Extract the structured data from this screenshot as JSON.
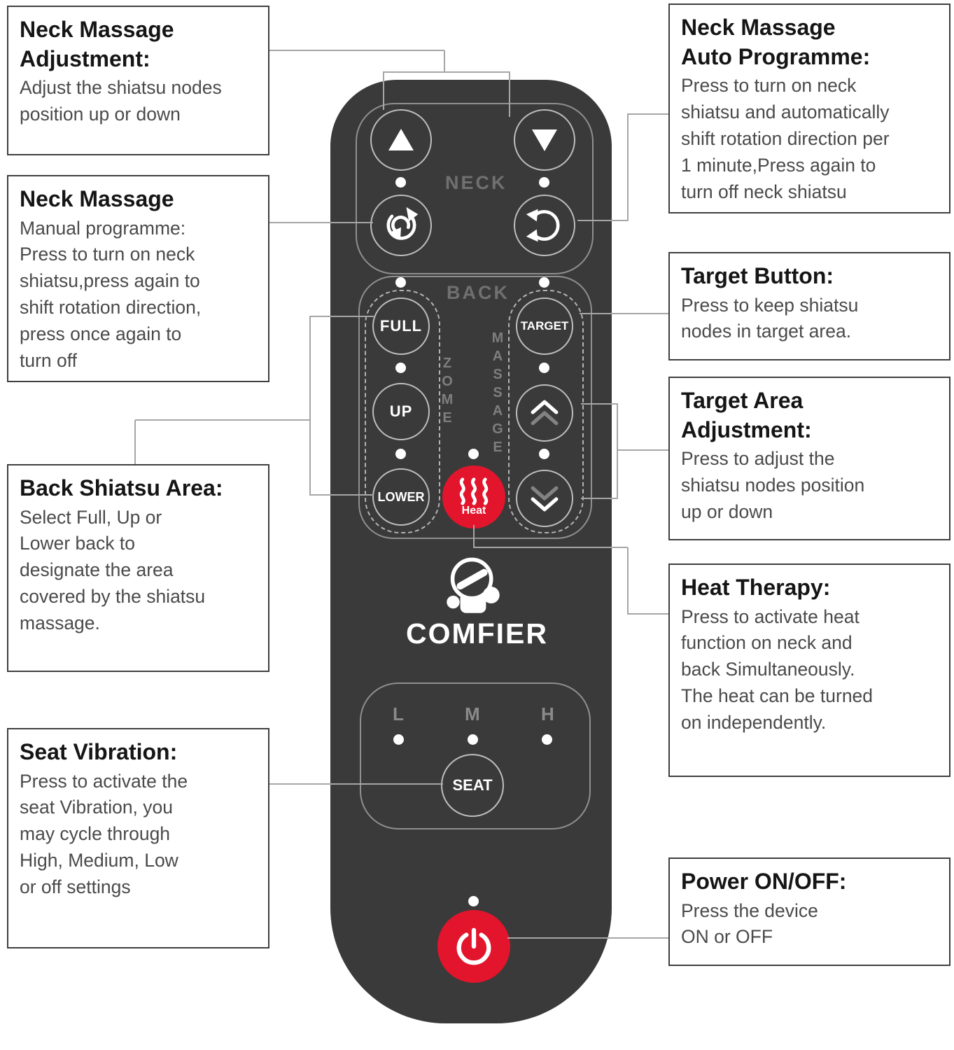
{
  "remote": {
    "body_color": "#3a3a3a",
    "accent_red": "#e2152c",
    "brand": "COMFIER",
    "neck": {
      "label": "NECK"
    },
    "back": {
      "label": "BACK",
      "full": "FULL",
      "up": "UP",
      "lower": "LOWER",
      "target": "TARGET",
      "heat": "Heat",
      "zone_vertical": "ZOME",
      "massage_vertical": "MASSAGE"
    },
    "seat": {
      "label": "SEAT",
      "levels": [
        "L",
        "M",
        "H"
      ]
    }
  },
  "callouts": {
    "left": [
      {
        "title": "Neck Massage\nAdjustment:",
        "body": "Adjust the shiatsu nodes\nposition up or down"
      },
      {
        "title": "Neck Massage",
        "body": "Manual programme:\nPress to turn on neck\nshiatsu,press again to\nshift rotation direction,\npress once again to\nturn off"
      },
      {
        "title": "Back Shiatsu Area:",
        "body": "Select Full, Up or\nLower back to\ndesignate the area\ncovered by the shiatsu\nmassage."
      },
      {
        "title": "Seat Vibration:",
        "body": "Press to activate the\nseat Vibration, you\nmay cycle through\nHigh, Medium, Low\nor off settings"
      }
    ],
    "right": [
      {
        "title": "Neck Massage\nAuto Programme:",
        "body": "Press to turn on neck\nshiatsu and automatically\nshift rotation direction per\n1 minute,Press again to\nturn off neck shiatsu"
      },
      {
        "title": "Target Button:",
        "body": "Press to keep shiatsu\nnodes in target area."
      },
      {
        "title": "Target Area\nAdjustment:",
        "body": "Press to adjust the\nshiatsu nodes position\nup or down"
      },
      {
        "title": "Heat Therapy:",
        "body": "Press to activate heat\nfunction on neck and\nback Simultaneously.\nThe heat can be turned\non independently."
      },
      {
        "title": "Power ON/OFF:",
        "body": "Press the device\nON or OFF"
      }
    ]
  }
}
